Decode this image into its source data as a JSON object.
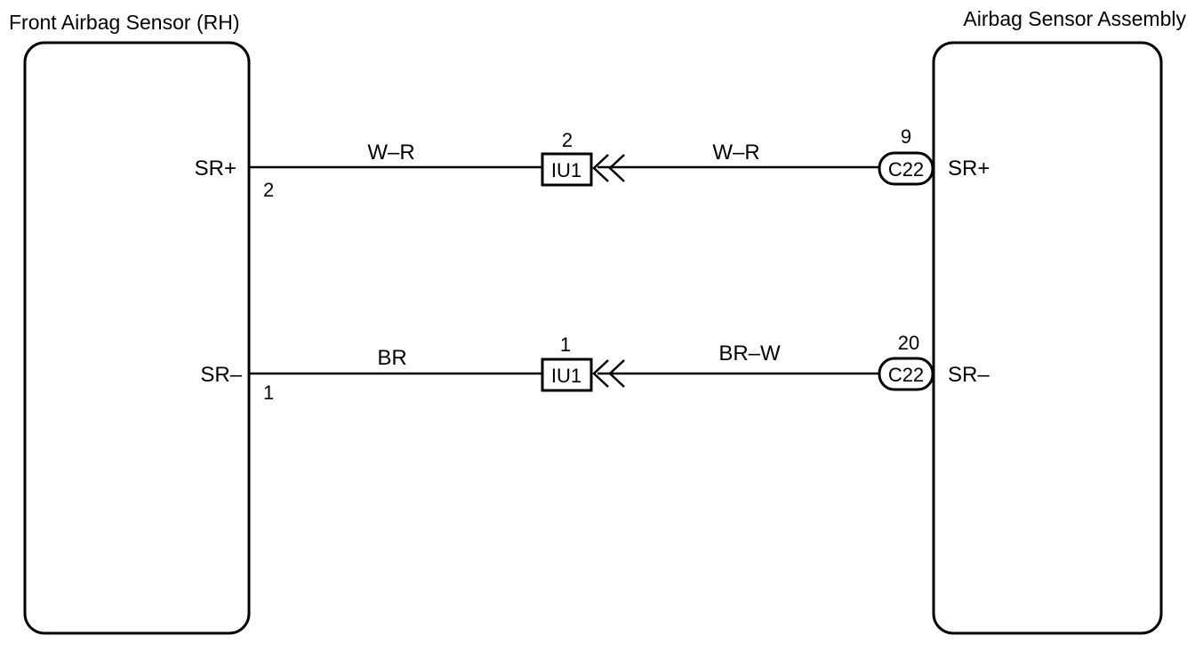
{
  "components": {
    "left": {
      "title": "Front Airbag Sensor (RH)"
    },
    "right": {
      "title": "Airbag Sensor Assembly"
    }
  },
  "circuits": [
    {
      "left_terminal": "SR+",
      "left_pin": "2",
      "left_wire_color": "W–R",
      "junction_connector": "IU1",
      "junction_pin": "2",
      "right_wire_color": "W–R",
      "right_connector": "C22",
      "right_pin": "9",
      "right_terminal": "SR+"
    },
    {
      "left_terminal": "SR–",
      "left_pin": "1",
      "left_wire_color": "BR",
      "junction_connector": "IU1",
      "junction_pin": "1",
      "right_wire_color": "BR–W",
      "right_connector": "C22",
      "right_pin": "20",
      "right_terminal": "SR–"
    }
  ]
}
